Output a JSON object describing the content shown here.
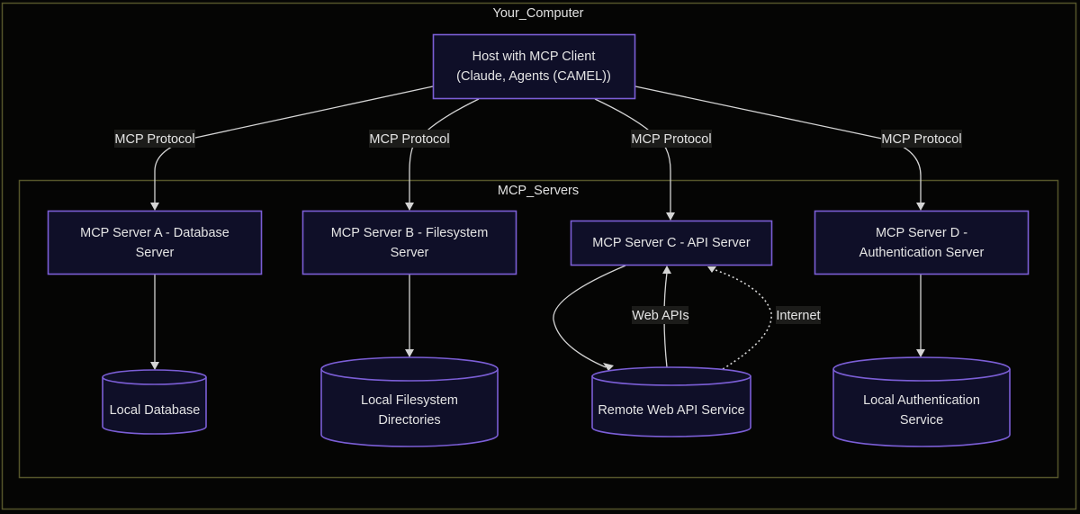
{
  "subgraphs": {
    "outer": {
      "title": "Your_Computer"
    },
    "inner": {
      "title": "MCP_Servers"
    }
  },
  "nodes": {
    "host": {
      "lines": [
        "Host with MCP Client",
        "(Claude, Agents (CAMEL))"
      ],
      "shape": "rect"
    },
    "server_a": {
      "lines": [
        "MCP Server A - Database",
        "Server"
      ],
      "shape": "rect"
    },
    "server_b": {
      "lines": [
        "MCP Server B - Filesystem",
        "Server"
      ],
      "shape": "rect"
    },
    "server_c": {
      "lines": [
        "MCP Server C - API Server"
      ],
      "shape": "rect"
    },
    "server_d": {
      "lines": [
        "MCP Server D -",
        "Authentication Server"
      ],
      "shape": "rect"
    },
    "local_db": {
      "lines": [
        "Local Database"
      ],
      "shape": "cylinder"
    },
    "local_fs": {
      "lines": [
        "Local Filesystem",
        "Directories"
      ],
      "shape": "cylinder"
    },
    "remote_api": {
      "lines": [
        "Remote Web API Service"
      ],
      "shape": "cylinder"
    },
    "local_auth": {
      "lines": [
        "Local Authentication",
        "Service"
      ],
      "shape": "cylinder"
    }
  },
  "edges": [
    {
      "from": "host",
      "to": "server_a",
      "label": "MCP Protocol",
      "style": "solid"
    },
    {
      "from": "host",
      "to": "server_b",
      "label": "MCP Protocol",
      "style": "solid"
    },
    {
      "from": "host",
      "to": "server_c",
      "label": "MCP Protocol",
      "style": "solid"
    },
    {
      "from": "host",
      "to": "server_d",
      "label": "MCP Protocol",
      "style": "solid"
    },
    {
      "from": "server_a",
      "to": "local_db",
      "label": "",
      "style": "solid"
    },
    {
      "from": "server_b",
      "to": "local_fs",
      "label": "",
      "style": "solid"
    },
    {
      "from": "server_c",
      "to": "remote_api",
      "label": "",
      "style": "solid"
    },
    {
      "from": "remote_api",
      "to": "server_c",
      "label": "Web APIs",
      "style": "solid"
    },
    {
      "from": "remote_api",
      "to": "server_c",
      "label": "Internet",
      "style": "dotted"
    },
    {
      "from": "server_d",
      "to": "local_auth",
      "label": "",
      "style": "solid"
    }
  ],
  "colors": {
    "background": "#050504",
    "node_fill": "#0f0f28",
    "node_stroke": "#7b5ed6",
    "subgraph_stroke": "#55552a",
    "edge": "#d4d4d4",
    "text": "#e4e4e4"
  }
}
